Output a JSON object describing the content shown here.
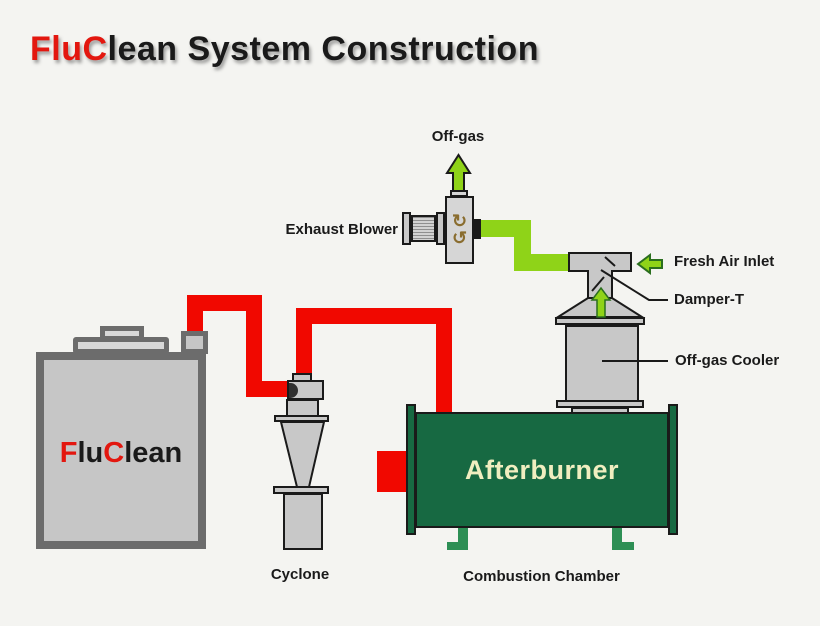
{
  "title": {
    "red": "FluC",
    "rest": "lean System Construction"
  },
  "tank_label": {
    "f": "F",
    "lu": "lu",
    "c": "C",
    "lean": "lean"
  },
  "components": {
    "off_gas": "Off-gas",
    "exhaust_blower": "Exhaust Blower",
    "fresh_air_inlet": "Fresh Air Inlet",
    "damper_t": "Damper-T",
    "off_gas_cooler": "Off-gas Cooler",
    "afterburner": "Afterburner",
    "cyclone": "Cyclone",
    "combustion_chamber": "Combustion Chamber"
  },
  "icons": {
    "rotation_top": "↻",
    "rotation_bottom": "↺",
    "up_arrow": "up-arrow-icon",
    "left_arrow": "left-arrow-icon"
  },
  "colors": {
    "background": "#f4f4f1",
    "pipe_red": "#f10800",
    "pipe_green": "#8fd318",
    "afterburner_green": "#176942",
    "leg_green": "#2d8f55",
    "metal_gray": "#c8c8c8",
    "tank_border_gray": "#6c6c6c",
    "afterburner_text": "#f0eec0",
    "title_accent_red": "#e3170f",
    "rotation_arrow_brown": "#8a6d2f"
  }
}
